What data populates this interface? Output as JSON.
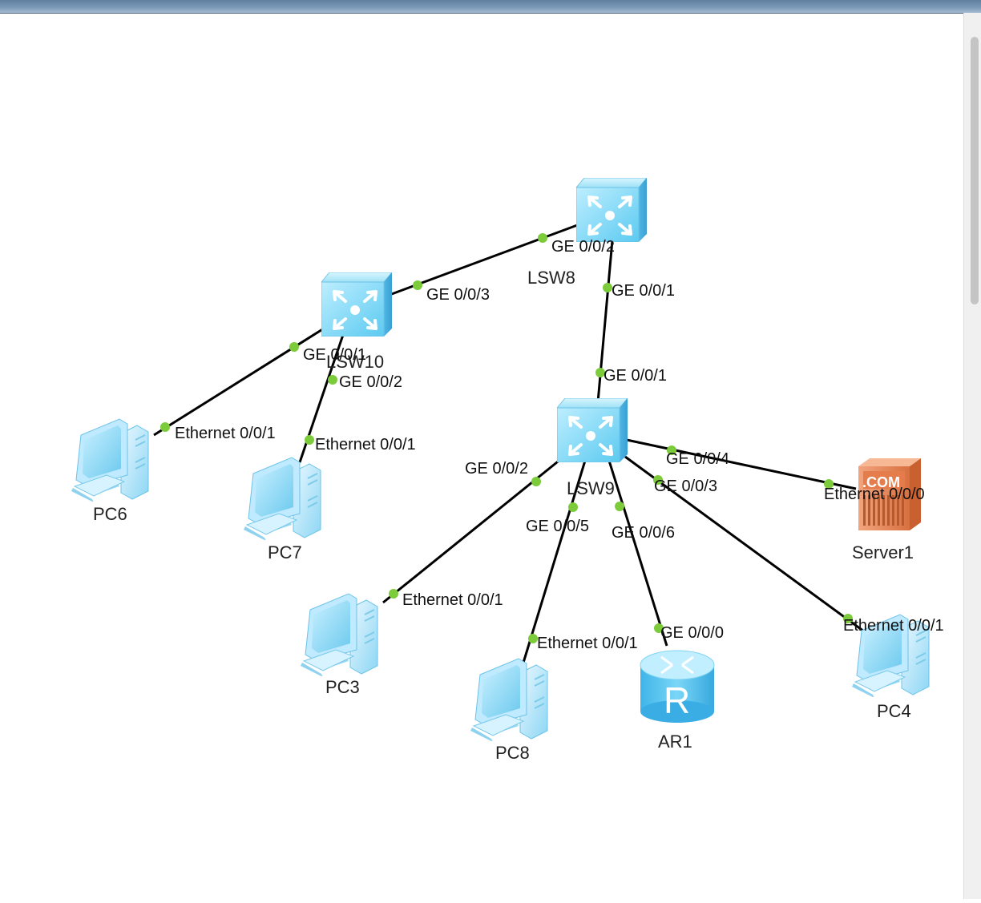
{
  "colors": {
    "link": "#000000",
    "port_dot": "#7ccb3a",
    "switch": "#6fd0f2",
    "pc": "#9fdcf6",
    "router": "#58c4ee",
    "server": "#e8875a"
  },
  "devices": {
    "lsw8": {
      "label": "LSW8",
      "type": "switch"
    },
    "lsw10": {
      "label": "LSW10",
      "type": "switch"
    },
    "lsw9": {
      "label": "LSW9",
      "type": "switch"
    },
    "pc6": {
      "label": "PC6",
      "type": "pc"
    },
    "pc7": {
      "label": "PC7",
      "type": "pc"
    },
    "pc3": {
      "label": "PC3",
      "type": "pc"
    },
    "pc8": {
      "label": "PC8",
      "type": "pc"
    },
    "pc4": {
      "label": "PC4",
      "type": "pc"
    },
    "ar1": {
      "label": "AR1",
      "type": "router",
      "icon_text": "R"
    },
    "server1": {
      "label": "Server1",
      "type": "server",
      "icon_text": ".COM"
    }
  },
  "links": [
    {
      "from": "lsw8",
      "to": "lsw10",
      "from_port": "GE 0/0/2",
      "to_port": "GE 0/0/3"
    },
    {
      "from": "lsw8",
      "to": "lsw9",
      "from_port": "GE 0/0/1",
      "to_port": "GE 0/0/1"
    },
    {
      "from": "lsw10",
      "to": "pc6",
      "from_port": "GE 0/0/1",
      "to_port": "Ethernet 0/0/1"
    },
    {
      "from": "lsw10",
      "to": "pc7",
      "from_port": "GE 0/0/2",
      "to_port": "Ethernet 0/0/1"
    },
    {
      "from": "lsw9",
      "to": "pc3",
      "from_port": "GE 0/0/2",
      "to_port": "Ethernet 0/0/1"
    },
    {
      "from": "lsw9",
      "to": "pc8",
      "from_port": "GE 0/0/5",
      "to_port": "Ethernet 0/0/1"
    },
    {
      "from": "lsw9",
      "to": "ar1",
      "from_port": "GE 0/0/6",
      "to_port": "GE 0/0/0"
    },
    {
      "from": "lsw9",
      "to": "pc4",
      "from_port": "GE 0/0/3",
      "to_port": "Ethernet 0/0/1"
    },
    {
      "from": "lsw9",
      "to": "server1",
      "from_port": "GE 0/0/4",
      "to_port": "Ethernet 0/0/0"
    }
  ]
}
